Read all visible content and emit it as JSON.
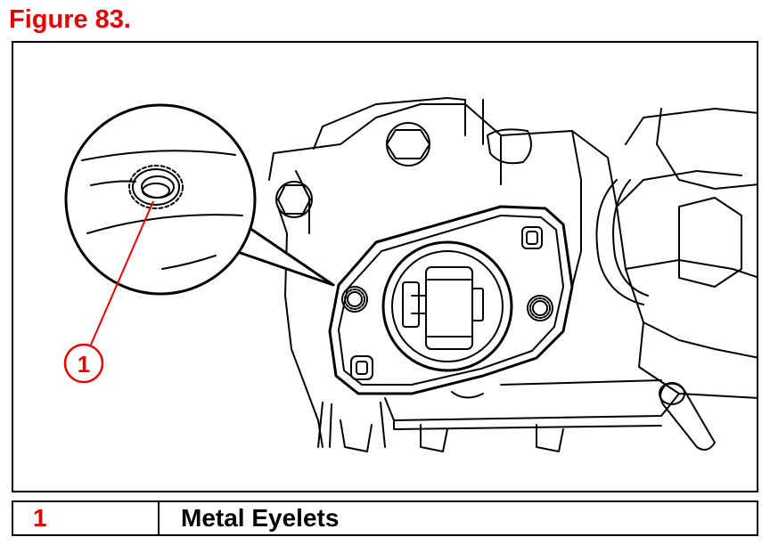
{
  "figure": {
    "title": "Figure 83."
  },
  "callouts": [
    {
      "number": "1",
      "description": "Metal Eyelets"
    }
  ],
  "colors": {
    "accent": "#e60000",
    "line": "#000000"
  }
}
